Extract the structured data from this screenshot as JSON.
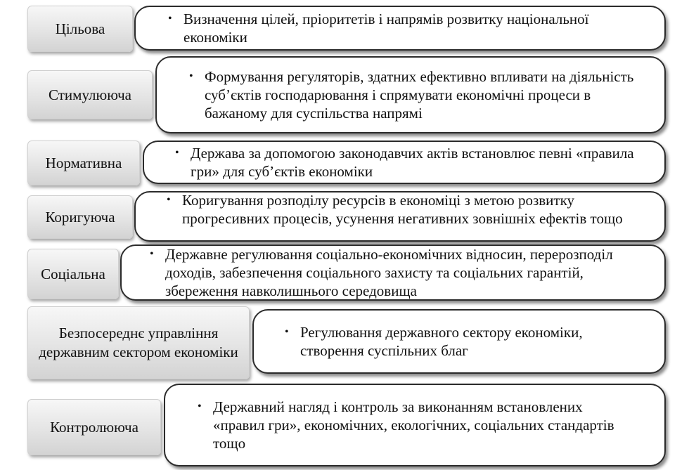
{
  "rows": [
    {
      "label": "Цільова",
      "text": "Визначення цілей, пріоритетів і напрямів розвитку національної економіки"
    },
    {
      "label": "Стимулююча",
      "text": "Формування регуляторів, здатних ефективно впливати на діяльність суб’єктів господарювання і спрямувати економічні процеси в бажаному для суспільства напрямі"
    },
    {
      "label": "Нормативна",
      "text": "Держава за допомогою законодавчих актів встановлює певні «правила гри» для суб’єктів економіки"
    },
    {
      "label": "Коригуюча",
      "text": "Коригування розподілу ресурсів в економіці з метою розвитку прогресивних процесів, усунення негативних зовнішніх ефектів тощо"
    },
    {
      "label": "Соціальна",
      "text": "Державне регулювання соціально-економічних відносин, перерозподіл доходів, забезпечення соціального захисту та соціальних гарантій, збереження навколишнього середовища"
    },
    {
      "label": "Безпосереднє управління державним сектором економіки",
      "text": "Регулювання державного сектору економіки, створення суспільних благ"
    },
    {
      "label": "Контролююча",
      "text": "Державний нагляд і контроль за виконанням встановлених «правил гри», економічних, екологічних, соціальних стандартів тощо"
    }
  ],
  "bullet_glyph": "•"
}
